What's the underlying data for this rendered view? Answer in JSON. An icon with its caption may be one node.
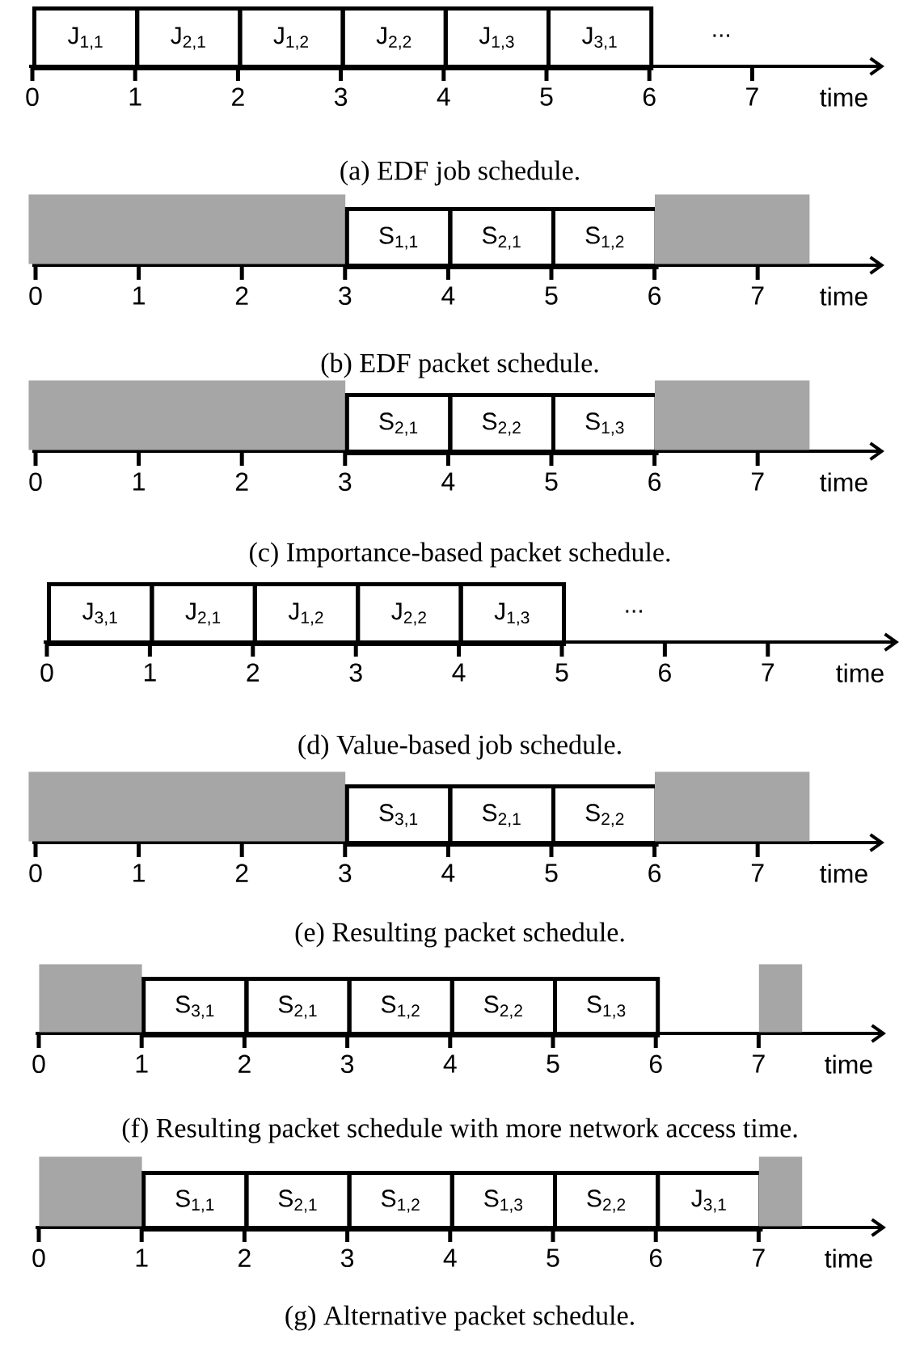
{
  "diagram": {
    "nodes": [
      {
        "text": [
          "J$_{1,1}$"
        ]
      },
      {
        "text": [
          "J$_{2,1}$"
        ]
      },
      {
        "text": [
          "J$_{1,2}$"
        ]
      },
      {
        "text": [
          "J$_{2,2}$"
        ]
      },
      {
        "text": [
          "J$_{1,3}$"
        ]
      },
      {
        "text": [
          "J$_{3,1}$"
        ]
      },
      {
        "text": [],
        "shape": "bar"
      },
      {
        "text": [
          "S$_{1,1}$"
        ]
      },
      {
        "text": [
          "S$_{2,1}$"
        ]
      },
      {
        "text": [
          "S$_{1,2}$"
        ]
      },
      {
        "text": [],
        "shape": "bar"
      },
      {
        "text": [],
        "shape": "bar"
      },
      {
        "text": [
          "S$_{2,1}$"
        ]
      },
      {
        "text": [
          "S$_{2,2}$"
        ]
      },
      {
        "text": [
          "S$_{1,3}$"
        ]
      },
      {
        "text": [],
        "shape": "bar"
      },
      {
        "text": [
          "J$_{3,1}$"
        ]
      },
      {
        "text": [
          "J$_{2,1}$"
        ]
      },
      {
        "text": [
          "J$_{1,2}$"
        ]
      },
      {
        "text": [
          "J$_{2,2}$"
        ]
      },
      {
        "text": [
          "J$_{1,3}$"
        ]
      },
      {
        "text": [],
        "shape": "bar"
      },
      {
        "text": [
          "S$_{3,1}$"
        ]
      },
      {
        "text": [
          "S$_{2,1}$"
        ]
      },
      {
        "text": [
          "S$_{2,2}$"
        ]
      },
      {
        "text": [],
        "shape": "bar"
      },
      {
        "text": [],
        "shape": "bar"
      },
      {
        "text": [
          "S$_{3,1}$"
        ]
      },
      {
        "text": [
          "S$_{2,1}$"
        ]
      },
      {
        "text": [
          "S$_{1,2}$"
        ]
      },
      {
        "text": [
          "S$_{2,2}$"
        ]
      },
      {
        "text": [
          "S$_{1,3}$"
        ]
      },
      {
        "text": [],
        "shape": "bar"
      },
      {
        "text": [],
        "shape": "bar"
      },
      {
        "text": [
          "S$_{1,1}$"
        ]
      },
      {
        "text": [
          "S$_{2,1}$"
        ]
      },
      {
        "text": [
          "S$_{1,2}$"
        ]
      },
      {
        "text": [
          "S$_{1,3}$"
        ]
      },
      {
        "text": [
          "S$_{2,2}$"
        ]
      },
      {
        "text": [
          "J$_{3,1}$"
        ]
      },
      {
        "text": [],
        "shape": "bar"
      }
    ],
    "labels": [
      "...",
      "0",
      "1",
      "2",
      "3",
      "4",
      "5",
      "6",
      "7",
      "time",
      "(a) EDF job schedule.",
      "0",
      "1",
      "2",
      "3",
      "4",
      "5",
      "6",
      "7",
      "time",
      "(b) EDF packet schedule.",
      "0",
      "1",
      "2",
      "3",
      "4",
      "5",
      "6",
      "7",
      "time",
      "(c) Importance-based packet schedule.",
      "...",
      "0",
      "1",
      "2",
      "3",
      "4",
      "5",
      "6",
      "7",
      "time",
      "(d) Value-based job schedule.",
      "0",
      "1",
      "2",
      "3",
      "4",
      "5",
      "6",
      "7",
      "time",
      "(e) Resulting packet schedule.",
      "0",
      "1",
      "2",
      "3",
      "4",
      "5",
      "6",
      "7",
      "time",
      "(f) Resulting packet schedule with more network access time.",
      "0",
      "1",
      "2",
      "3",
      "4",
      "5",
      "6",
      "7",
      "time",
      "(g) Alternative packet schedule."
    ]
  }
}
